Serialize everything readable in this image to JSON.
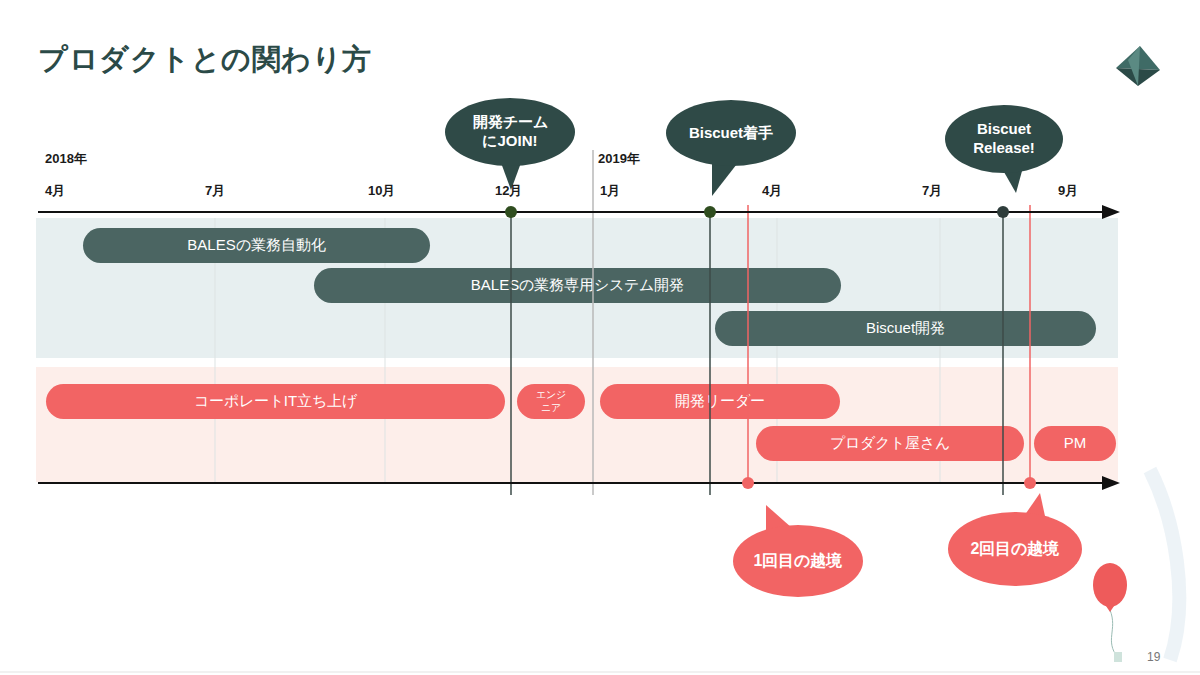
{
  "diagram": {
    "title": "プロダクトとの関わり方",
    "nodes": [
      {
        "text": [
          "開発チーム にJOIN!"
        ]
      },
      {
        "text": [
          "Biscuet着手"
        ]
      },
      {
        "text": [
          "Biscuet Release!"
        ]
      },
      {
        "text": [
          "BALESの業務自動化"
        ]
      },
      {
        "text": [
          "BALESの業務専用システム開発"
        ]
      },
      {
        "text": [
          "Biscuet開発"
        ]
      },
      {
        "text": [
          "コーポレートIT立ち上げ"
        ]
      },
      {
        "text": [
          "エンジ ニア"
        ]
      },
      {
        "text": [
          "開発リーダー"
        ]
      },
      {
        "text": [
          "プロダクト屋さん"
        ]
      },
      {
        "text": [
          "PM"
        ]
      },
      {
        "text": [
          "1回目の越境"
        ]
      },
      {
        "text": [
          "2回目の越境"
        ]
      }
    ],
    "labels": [
      "2018年",
      "4月",
      "7月",
      "10月",
      "12月",
      "2019年",
      "1月",
      "4月",
      "7月",
      "9月",
      "19"
    ]
  }
}
